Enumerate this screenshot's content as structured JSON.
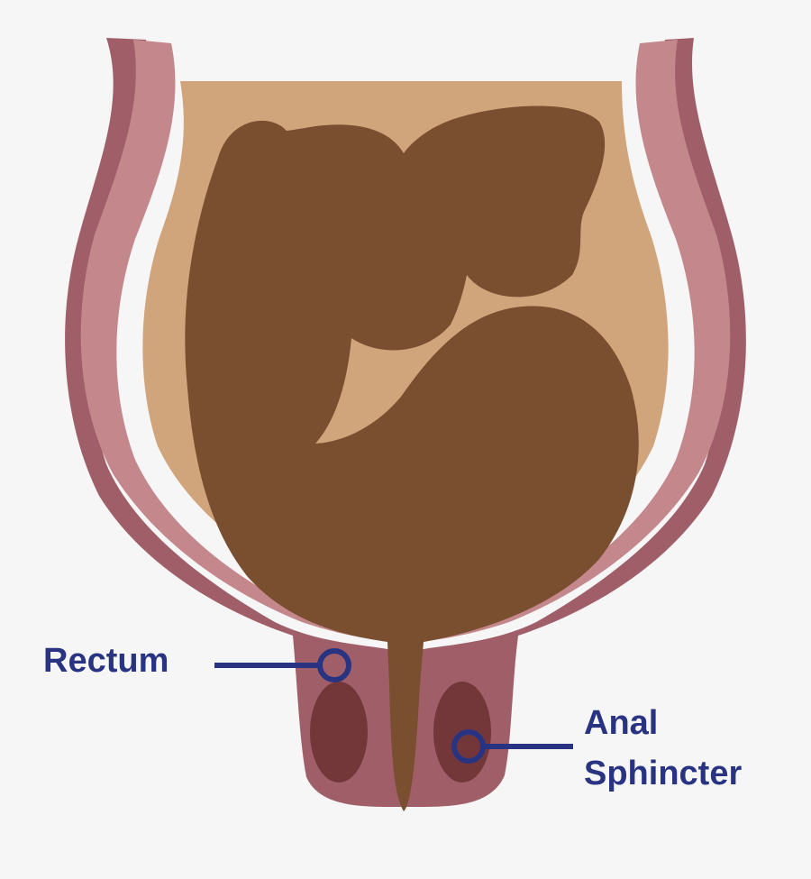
{
  "labels": {
    "rectum": "Rectum",
    "anal_sphincter_line1": "Anal",
    "anal_sphincter_line2": "Sphincter"
  },
  "colors": {
    "background": "#f6f6f7",
    "outer_wall": "#a05f68",
    "inner_wall": "#c4878c",
    "lumen": "#d1a57b",
    "stool": "#7a4f30",
    "sphincter_muscle": "#73373a",
    "label_text": "#283382",
    "callout": "#283382"
  }
}
